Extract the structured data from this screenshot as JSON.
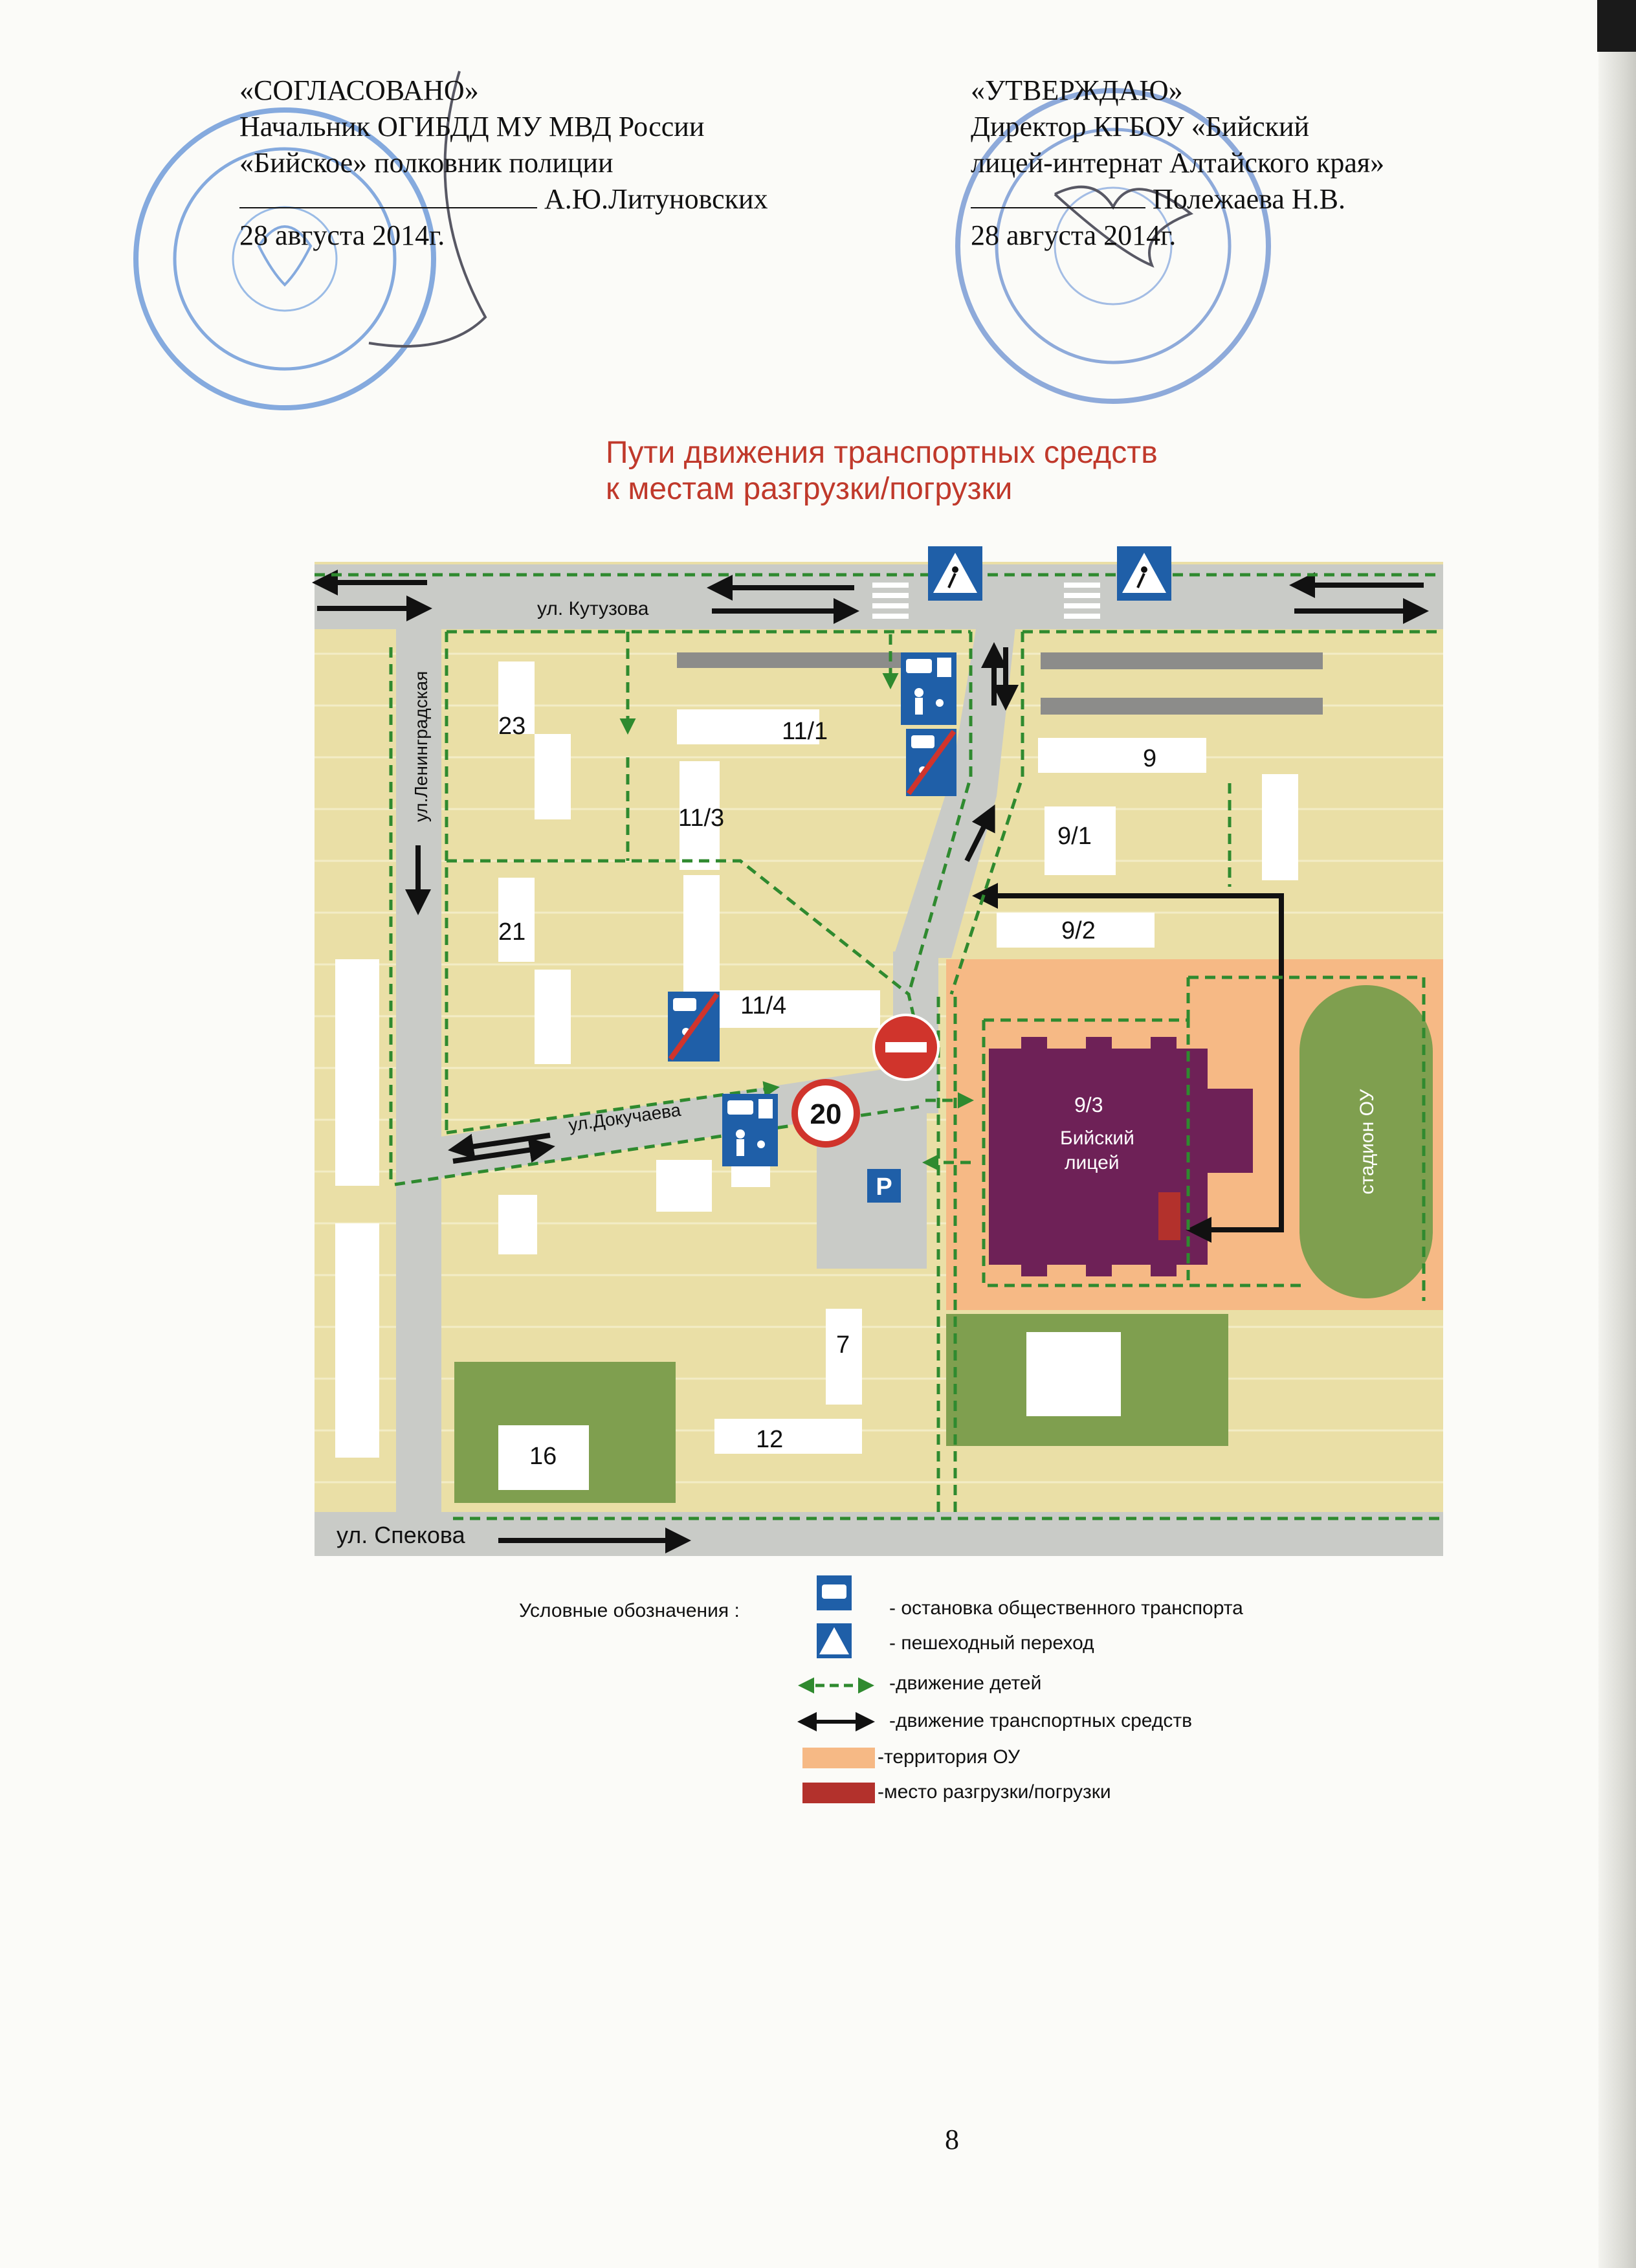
{
  "approval_left": {
    "heading": "«СОГЛАСОВАНО»",
    "line1": "Начальник ОГИБДД МУ МВД России",
    "line2": "«Бийское» полковник полиции",
    "signer": "А.Ю.Литуновских",
    "date": "28 августа 2014г."
  },
  "approval_right": {
    "heading": "«УТВЕРЖДАЮ»",
    "line1": "Директор КГБОУ «Бийский",
    "line2": "лицей-интернат  Алтайского края»",
    "signer": "Полежаева Н.В.",
    "date": "28 августа 2014г."
  },
  "map": {
    "title_line1": "Пути движения транспортных средств",
    "title_line2": "к местам разгрузки/погрузки",
    "streets": {
      "kutuzova": "ул. Кутузова",
      "leningradskaya": "ул.Ленинградская",
      "dokuchaeva": "ул.Докучаева",
      "spekova": "ул. Спекова"
    },
    "buildings": {
      "b23": "23",
      "b21": "21",
      "b11_1": "11/1",
      "b11_3": "11/3",
      "b11_4": "11/4",
      "b9": "9",
      "b9_1": "9/1",
      "b9_2": "9/2",
      "b9_3": "9/3",
      "lyceum_line1": "Бийский",
      "lyceum_line2": "лицей",
      "b7": "7",
      "b12": "12",
      "b16": "16"
    },
    "stadium": "стадион ОУ",
    "parking": "P",
    "speed_limit": "20",
    "colors": {
      "ground": "#eadfa6",
      "road": "#c9cbc7",
      "school_territory": "#f6b985",
      "lyceum_building": "#6e2157",
      "green_area": "#7f9f4f",
      "unload_place": "#b3312c",
      "children_path": "#2f8a2f",
      "vehicle_path": "#111111",
      "title": "#c0392b"
    }
  },
  "legend": {
    "heading": "Условные обозначения :",
    "items": [
      {
        "icon": "bus-stop-sign-icon",
        "label": "- остановка общественного транспорта"
      },
      {
        "icon": "pedestrian-crossing-sign-icon",
        "label": "- пешеходный переход"
      },
      {
        "icon": "green-dashed-arrow-icon",
        "label": "-движение детей"
      },
      {
        "icon": "black-double-arrow-icon",
        "label": "-движение транспортных средств"
      },
      {
        "icon": "orange-swatch-icon",
        "label": "-территория ОУ"
      },
      {
        "icon": "red-swatch-icon",
        "label": "-место разгрузки/погрузки"
      }
    ]
  },
  "page_number": "8"
}
